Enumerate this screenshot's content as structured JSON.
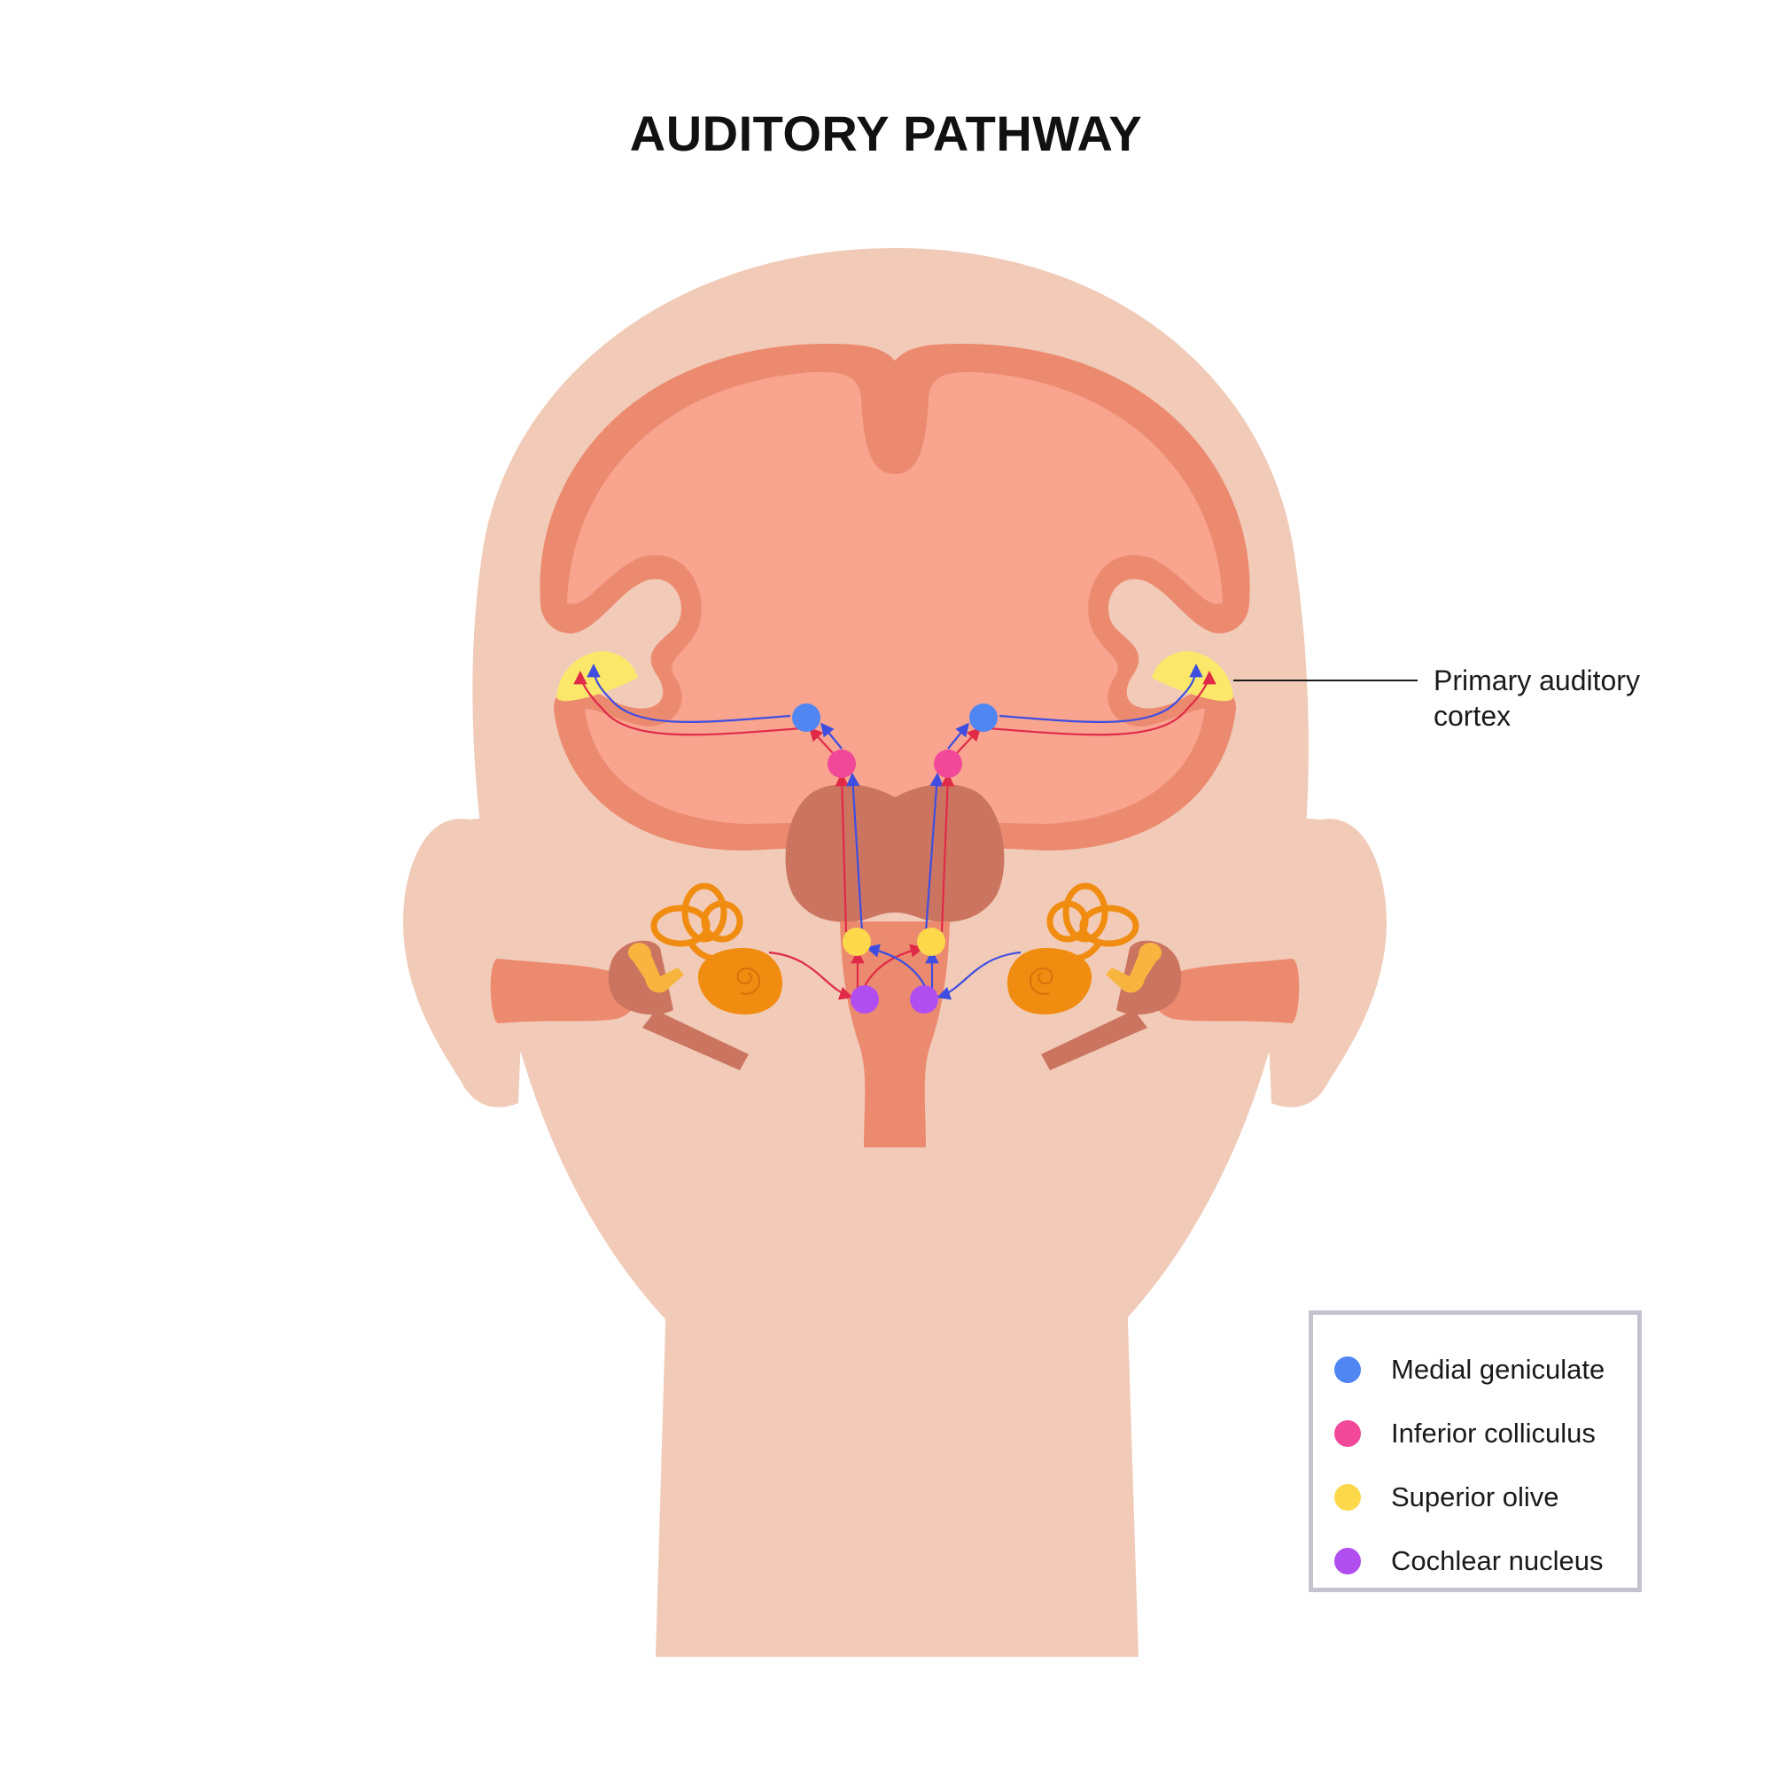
{
  "title": "AUDITORY PATHWAY",
  "labels": {
    "cortex_line1": "Primary auditory",
    "cortex_line2": "cortex"
  },
  "legend": [
    {
      "label": "Medial geniculate",
      "color": "#4f86f2"
    },
    {
      "label": "Inferior colliculus",
      "color": "#f1489a"
    },
    {
      "label": "Superior olive",
      "color": "#fcd84a"
    },
    {
      "label": "Cochlear nucleus",
      "color": "#b14ef0"
    }
  ],
  "colors": {
    "skin": "#f1cbb8",
    "brain_outer": "#ec8a70",
    "brain_inner": "#f8a48f",
    "thalamus": "#cb7560",
    "inner_ear": "#f08c10",
    "cortex_area": "#fbe76a",
    "ascending_path_red": "#e02a48",
    "ascending_path_blue": "#3f4ee0"
  }
}
